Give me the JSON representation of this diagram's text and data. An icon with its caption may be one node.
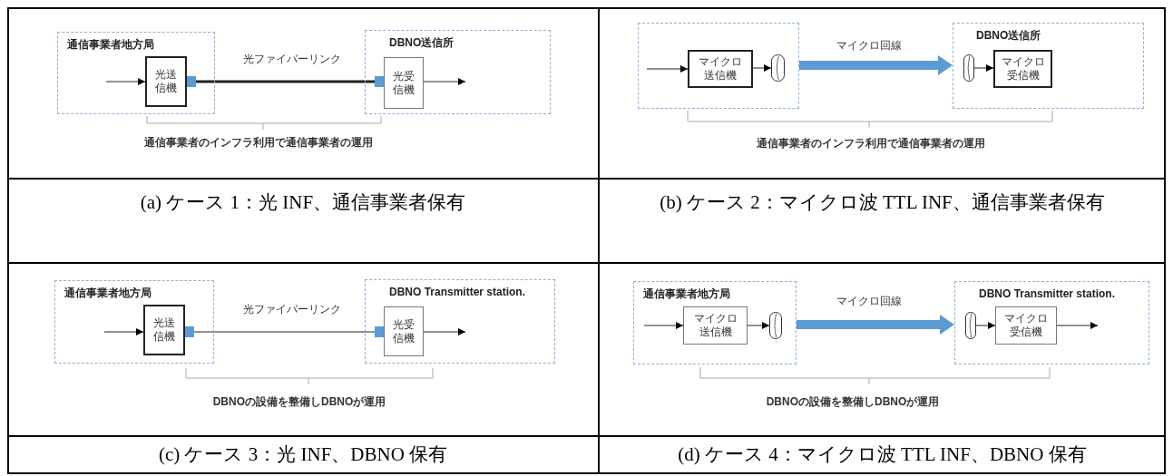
{
  "diagram": {
    "nodes": [
      {
        "text": [
          "通信事業者地方局"
        ]
      },
      {
        "text": [
          "光送信機"
        ],
        "in": 0
      },
      {
        "text": [],
        "shape": "box",
        "in": 0
      },
      {
        "text": [
          "DBNO送信所"
        ]
      },
      {
        "text": [],
        "shape": "box",
        "in": 3
      },
      {
        "text": [
          "光受信機"
        ],
        "in": 3
      },
      {
        "text": [],
        "shape": "box"
      },
      {
        "text": [
          "マイクロ送信機"
        ],
        "in": 6
      },
      {
        "text": [],
        "shape": "picture",
        "in": 6
      },
      {
        "text": [
          "DBNO送信所"
        ]
      },
      {
        "text": [],
        "shape": "picture",
        "in": 9
      },
      {
        "text": [
          "マイクロ受信機"
        ],
        "in": 9
      },
      {
        "text": [
          "通信事業者地方局"
        ]
      },
      {
        "text": [
          "光送信機"
        ],
        "in": 12
      },
      {
        "text": [],
        "shape": "box",
        "in": 12
      },
      {
        "text": [
          "DBNO Transmitter station."
        ]
      },
      {
        "text": [],
        "shape": "box",
        "in": 15
      },
      {
        "text": [
          "光受信機"
        ],
        "in": 15
      },
      {
        "text": [
          "通信事業者地方局"
        ]
      },
      {
        "text": [
          "マイクロ送信機"
        ],
        "in": 18
      },
      {
        "text": [],
        "shape": "picture",
        "in": 18
      },
      {
        "text": [
          "DBNO Transmitter station."
        ]
      },
      {
        "text": [],
        "shape": "picture",
        "in": 21
      },
      {
        "text": [
          "マイクロ受信機"
        ],
        "in": 21
      }
    ],
    "edges": [
      {
        "from": null,
        "to": 1,
        "arrow": "to"
      },
      {
        "from": 2,
        "to": 4,
        "arrow": "none",
        "label": "光ファイバーリンク",
        "style": "thick"
      },
      {
        "from": 5,
        "to": null,
        "arrow": "to"
      },
      {
        "from": null,
        "to": 7,
        "arrow": "to"
      },
      {
        "from": 7,
        "to": 8,
        "arrow": "to"
      },
      {
        "from": 6,
        "to": 9,
        "arrow": "to",
        "label": "マイクロ回線",
        "style": "thick",
        "color": "#5b9bd5"
      },
      {
        "from": 10,
        "to": 11,
        "arrow": "to"
      },
      {
        "from": null,
        "to": 13,
        "arrow": "to"
      },
      {
        "from": 14,
        "to": 16,
        "arrow": "none",
        "label": "光ファイバーリンク"
      },
      {
        "from": 17,
        "to": null,
        "arrow": "to"
      },
      {
        "from": null,
        "to": 19,
        "arrow": "to"
      },
      {
        "from": 19,
        "to": 20,
        "arrow": "to"
      },
      {
        "from": 18,
        "to": 21,
        "arrow": "to",
        "label": "マイクロ回線",
        "style": "thick",
        "color": "#5b9bd5"
      },
      {
        "from": 22,
        "to": 23,
        "arrow": "to"
      },
      {
        "from": 23,
        "to": null,
        "arrow": "to"
      }
    ],
    "labels": [
      "通信事業者のインフラ利用で通信事業者の運用",
      "通信事業者のインフラ利用で通信事業者の運用",
      "(a) ケース 1：光 INF、通信事業者保有",
      "(b) ケース 2：マイクロ波 TTL INF、通信事業者保有",
      "DBNOの設備を整備しDBNOが運用",
      "DBNOの設備を整備しDBNOが運用",
      "(c) ケース 3：光 INF、DBNO 保有",
      "(d) ケース 4：マイクロ波 TTL INF、DBNO 保有"
    ]
  }
}
